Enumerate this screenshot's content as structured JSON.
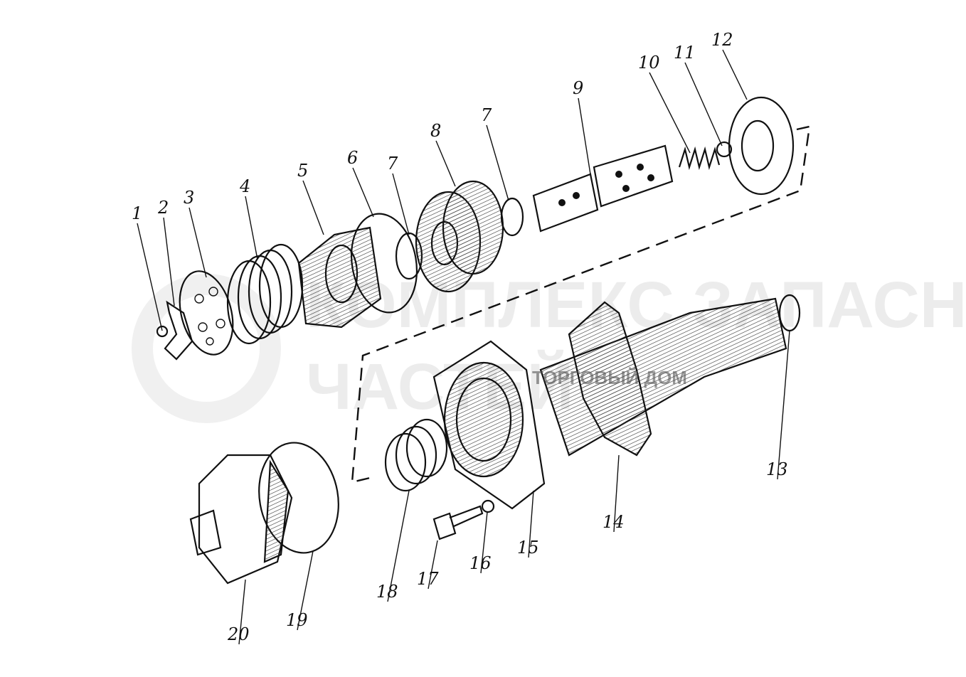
{
  "diagram": {
    "type": "exploded-view",
    "part_labels": [
      "1",
      "2",
      "3",
      "4",
      "5",
      "6",
      "7",
      "8",
      "7",
      "9",
      "10",
      "11",
      "12",
      "13",
      "14",
      "15",
      "16",
      "17",
      "18",
      "19",
      "20"
    ]
  },
  "watermark": {
    "line1": "КОМПЛЕКС ЗАПАСНЫХ",
    "line2": "ЧАСТЕЙ",
    "small": "ТОРГОВЫЙ ДОМ"
  }
}
